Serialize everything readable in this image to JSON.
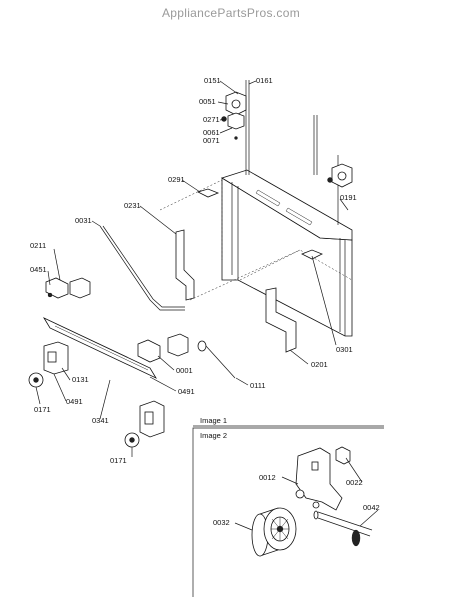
{
  "watermark": "AppliancePartsPros.com",
  "inset": {
    "title_1": "Image 1",
    "title_2": "Image 2"
  },
  "labels": {
    "p0151": "0151",
    "p0161": "0161",
    "p0051": "0051",
    "p0271": "0271",
    "p0061": "0061",
    "p0071": "0071",
    "p0291": "0291",
    "p0191": "0191",
    "p0031": "0031",
    "p0231": "0231",
    "p0211": "0211",
    "p0451": "0451",
    "p0301": "0301",
    "p0201": "0201",
    "p0001": "0001",
    "p0491a": "0491",
    "p0131": "0131",
    "p0111": "0111",
    "p0171a": "0171",
    "p0491b": "0491",
    "p0341": "0341",
    "p0171b": "0171",
    "p0012": "0012",
    "p0022": "0022",
    "p0042": "0042",
    "p0032": "0032"
  },
  "colors": {
    "background": "#ffffff",
    "lines": "#111111",
    "watermark": "#9a9a9a"
  }
}
